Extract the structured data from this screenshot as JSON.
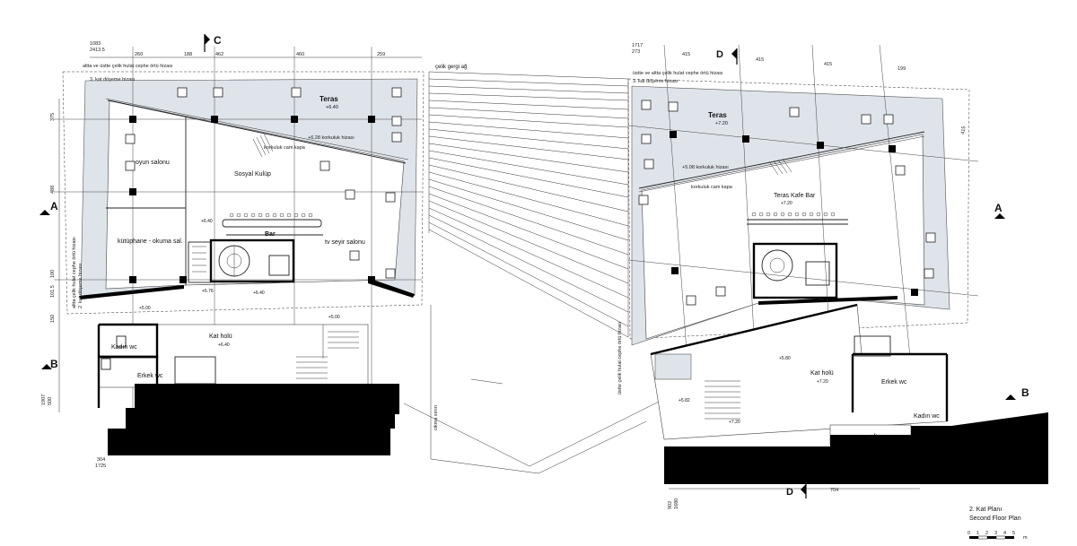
{
  "labels": {
    "sectionC": "C",
    "sectionD": "D",
    "sectionA": "A",
    "sectionB": "B",
    "celikGergi": "çelik gergi ağ",
    "cikmaAxis": "cikma sınırı",
    "left": {
      "teras": "Teras",
      "terasLevel": "+6.40",
      "oyunSalonu": "oyun salonu",
      "sosyalKulup": "Sosyal Kulüp",
      "kutuphane": "kütüphane - okuma sal.",
      "bar": "Bar",
      "tvSeyir": "tv seyir salonu",
      "katHolu": "Kat holü",
      "kadinWc": "Kadın wc",
      "erkekWc": "Erkek wc",
      "lvl640a": "+6.40",
      "lvl576": "+5.76",
      "lvl640b": "+6.40",
      "lvl500a": "+5.00",
      "lvl500b": "+5.00",
      "katHoluLevel": "+6.40",
      "roofNote": "altta ve üstte çelik hulat cephe örtü hizası",
      "roofNote2": "3. kat döşeme hizası",
      "balconyNote": "+6.28 korkuluk hizası",
      "glassNote": "korkuluk cam kapa",
      "sideNote": "altta çelik hulat cephe örtü hizası",
      "sideNote2": "2. kat döşeme hizası"
    },
    "right": {
      "teras": "Teras",
      "terasLevel": "+7.20",
      "terasKafeBar": "Teras Kafe Bar",
      "kafeLevel": "+7.20",
      "katHolu": "Kat holü",
      "katHoluLevel": "+7.20",
      "erkekWc": "Erkek wc",
      "kadinWc": "Kadın wc",
      "saft": "saft",
      "lvl580": "+5.80",
      "lvl582": "+5.82",
      "lvl720": "+7.20",
      "roofNote": "üstte ve altta çelik hulat cephe örtü hizası",
      "roofNote2": "3. kat döşeme hizası",
      "balconyNote": "+5.08 korkuluk hizası",
      "glassNote": "korkuluk cam kapa",
      "sideNote": "üstte çelik hulat cephe örtü hizası"
    },
    "dims": {
      "top1083": "1083",
      "top2413": "2413.5",
      "t260": "260",
      "t188": "188",
      "t462": "462",
      "t460": "460",
      "t259": "259",
      "l375": "375",
      "l488": "488",
      "l100": "100",
      "l1015": "101.5",
      "l150": "150",
      "b1907": "1907",
      "b500": "500",
      "b304": "304",
      "b1725": "1725",
      "r1717": "1717",
      "r273": "273",
      "r415a": "415",
      "r415b": "415",
      "r415c": "415",
      "r415d": "415",
      "r199": "199",
      "r902": "902",
      "r1680": "1680",
      "r704": "704"
    },
    "title": {
      "tr": "2. Kat Planı",
      "en": "Second Floor Plan",
      "scaleNums": [
        "0",
        "1",
        "2",
        "3",
        "4",
        "5"
      ],
      "scaleUnit": "m"
    }
  }
}
